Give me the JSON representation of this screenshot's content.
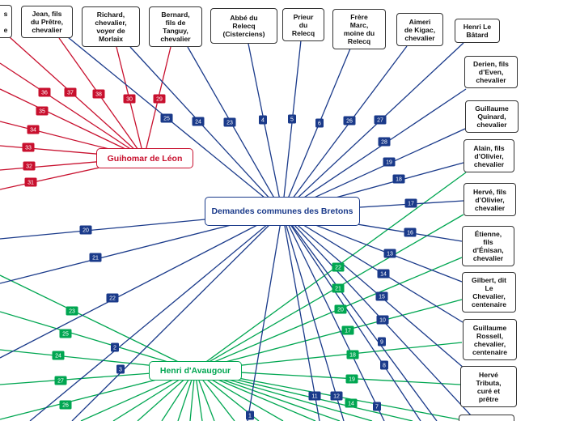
{
  "colors": {
    "blue": "#1a3a8a",
    "red": "#c8102e",
    "green": "#00a651"
  },
  "hubs": {
    "center": "Demandes communes des Bretons",
    "red": "Guihomar de Léon",
    "green": "Henri d'Avaugour"
  },
  "nodes": [
    {
      "id": "partial",
      "text": "s\n\ne"
    },
    {
      "id": "jean",
      "text": "Jean, fils\ndu Prêtre,\nchevalier"
    },
    {
      "id": "richard",
      "text": "Richard,\nchevalier,\nvoyer de\nMorlaix"
    },
    {
      "id": "bernard",
      "text": "Bernard,\nfils de\nTanguy,\nchevalier"
    },
    {
      "id": "abbe",
      "text": "Abbé du\nRelecq\n(Cisterciens)"
    },
    {
      "id": "prieur",
      "text": "Prieur\ndu\nRelecq"
    },
    {
      "id": "marc",
      "text": "Frère\nMarc,\nmoine du\nRelecq"
    },
    {
      "id": "aimeri",
      "text": "Aimeri\nde Kigac,\nchevalier"
    },
    {
      "id": "henri-batard",
      "text": "Henri Le\nBâtard"
    },
    {
      "id": "derien",
      "text": "Derien, fils\nd’Even,\nchevalier"
    },
    {
      "id": "quinard",
      "text": "Guillaume\nQuinard,\nchevalier"
    },
    {
      "id": "alain",
      "text": "Alain, fils\nd’Olivier,\nchevalier"
    },
    {
      "id": "herve-olivier",
      "text": "Hervé, fils\nd’Olivier,\nchevalier"
    },
    {
      "id": "etienne",
      "text": "Étienne,\nfils\nd’Énisan,\nchevalier"
    },
    {
      "id": "gilbert",
      "text": "Gilbert, dit\nLe\nChevalier,\ncentenaire"
    },
    {
      "id": "rossell",
      "text": "Guillaume\nRossell,\nchevalier,\ncentenaire"
    },
    {
      "id": "tributa",
      "text": "Hervé\nTributa,\ncuré et\nprêtre"
    },
    {
      "id": "bottom",
      "text": ""
    }
  ],
  "edges": {
    "blue": [
      "25",
      "24",
      "23",
      "4",
      "5",
      "6",
      "26",
      "27",
      "28",
      "19",
      "18",
      "17",
      "16",
      "13",
      "14",
      "15",
      "10",
      "9",
      "8",
      "7",
      "12",
      "11",
      "1",
      "20",
      "21",
      "22",
      "2",
      "3"
    ],
    "red": [
      "36",
      "37",
      "38",
      "30",
      "29",
      "35",
      "34",
      "33",
      "32",
      "31"
    ],
    "green": [
      "23",
      "25",
      "24",
      "27",
      "26",
      "22",
      "21",
      "20",
      "17",
      "18",
      "19",
      "14"
    ]
  }
}
